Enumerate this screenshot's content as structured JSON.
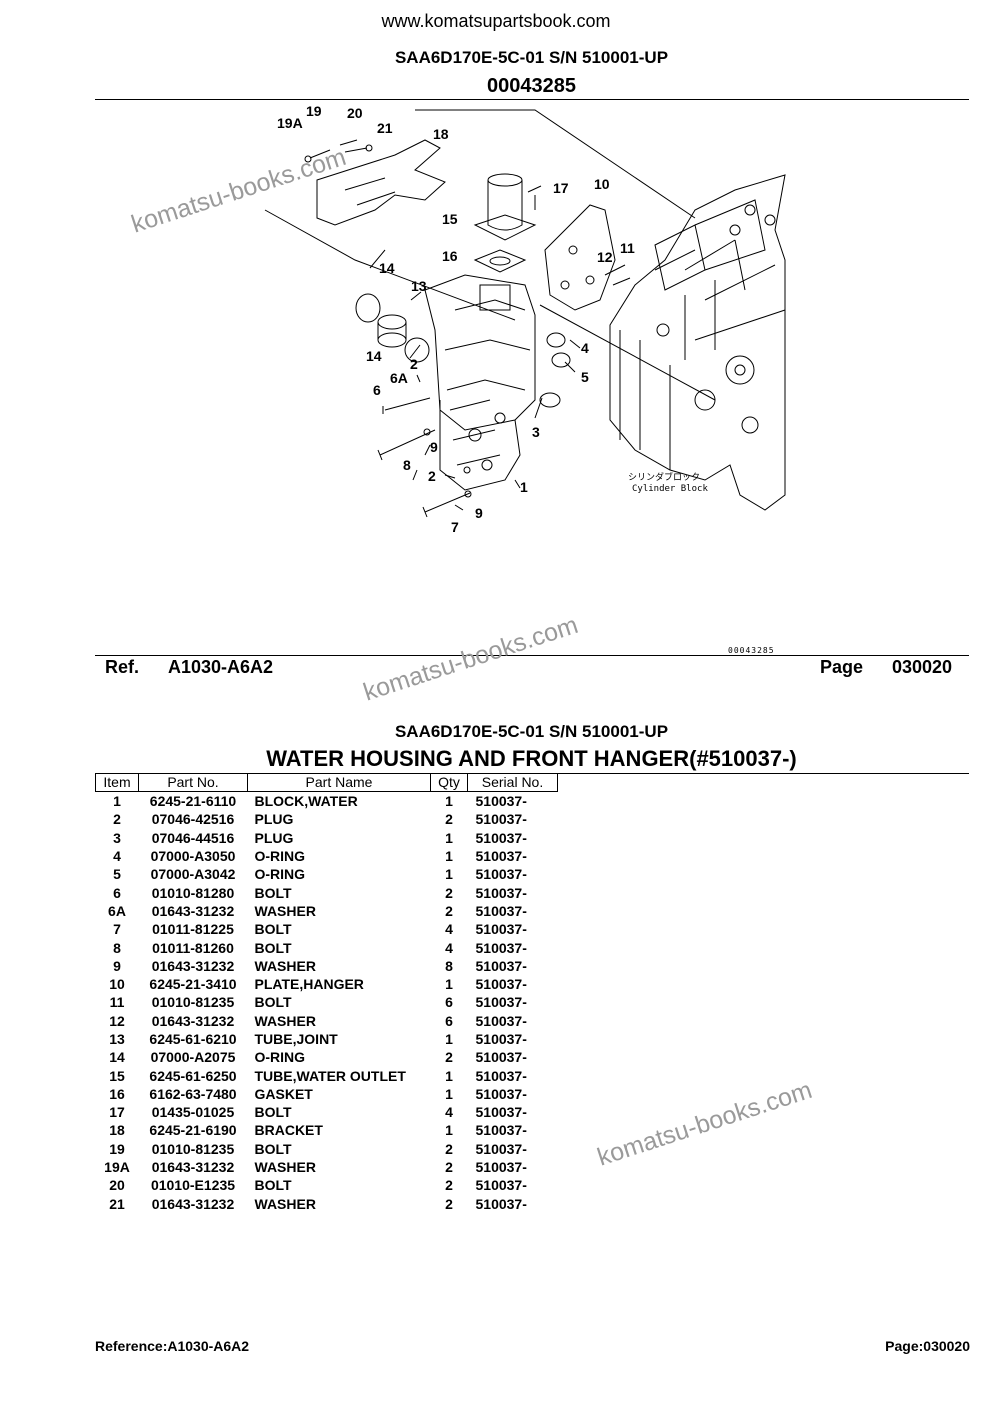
{
  "header": {
    "site": "www.komatsupartsbook.com",
    "model": "SAA6D170E-5C-01 S/N 510001-UP",
    "diagram_id": "00043285"
  },
  "diagram": {
    "callouts": [
      "19",
      "19A",
      "20",
      "21",
      "18",
      "17",
      "10",
      "15",
      "16",
      "12",
      "11",
      "14",
      "13",
      "14",
      "2",
      "4",
      "5",
      "6A",
      "6",
      "3",
      "9",
      "8",
      "2",
      "1",
      "9",
      "7"
    ],
    "block_label_jp": "シリンダブロック",
    "block_label_en": "Cylinder Block",
    "small_id": "00043285"
  },
  "ref_bar": {
    "ref_label": "Ref.",
    "ref_value": "A1030-A6A2",
    "page_label": "Page",
    "page_value": "030020"
  },
  "section": {
    "model": "SAA6D170E-5C-01 S/N 510001-UP",
    "title": "WATER HOUSING AND FRONT HANGER(#510037-)"
  },
  "table": {
    "headers": [
      "Item",
      "Part No.",
      "Part Name",
      "Qty",
      "Serial No."
    ],
    "rows": [
      [
        "1",
        "6245-21-6110",
        "BLOCK,WATER",
        "1",
        "510037-"
      ],
      [
        "2",
        "07046-42516",
        "PLUG",
        "2",
        "510037-"
      ],
      [
        "3",
        "07046-44516",
        "PLUG",
        "1",
        "510037-"
      ],
      [
        "4",
        "07000-A3050",
        "O-RING",
        "1",
        "510037-"
      ],
      [
        "5",
        "07000-A3042",
        "O-RING",
        "1",
        "510037-"
      ],
      [
        "6",
        "01010-81280",
        "BOLT",
        "2",
        "510037-"
      ],
      [
        "6A",
        "01643-31232",
        "WASHER",
        "2",
        "510037-"
      ],
      [
        "7",
        "01011-81225",
        "BOLT",
        "4",
        "510037-"
      ],
      [
        "8",
        "01011-81260",
        "BOLT",
        "4",
        "510037-"
      ],
      [
        "9",
        "01643-31232",
        "WASHER",
        "8",
        "510037-"
      ],
      [
        "10",
        "6245-21-3410",
        "PLATE,HANGER",
        "1",
        "510037-"
      ],
      [
        "11",
        "01010-81235",
        "BOLT",
        "6",
        "510037-"
      ],
      [
        "12",
        "01643-31232",
        "WASHER",
        "6",
        "510037-"
      ],
      [
        "13",
        "6245-61-6210",
        "TUBE,JOINT",
        "1",
        "510037-"
      ],
      [
        "14",
        "07000-A2075",
        "O-RING",
        "2",
        "510037-"
      ],
      [
        "15",
        "6245-61-6250",
        "TUBE,WATER OUTLET",
        "1",
        "510037-"
      ],
      [
        "16",
        "6162-63-7480",
        "GASKET",
        "1",
        "510037-"
      ],
      [
        "17",
        "01435-01025",
        "BOLT",
        "4",
        "510037-"
      ],
      [
        "18",
        "6245-21-6190",
        "BRACKET",
        "1",
        "510037-"
      ],
      [
        "19",
        "01010-81235",
        "BOLT",
        "2",
        "510037-"
      ],
      [
        "19A",
        "01643-31232",
        "WASHER",
        "2",
        "510037-"
      ],
      [
        "20",
        "01010-E1235",
        "BOLT",
        "2",
        "510037-"
      ],
      [
        "21",
        "01643-31232",
        "WASHER",
        "2",
        "510037-"
      ]
    ]
  },
  "watermark": "komatsu-books.com",
  "footer": {
    "reference": "Reference:A1030-A6A2",
    "page": "Page:030020"
  }
}
